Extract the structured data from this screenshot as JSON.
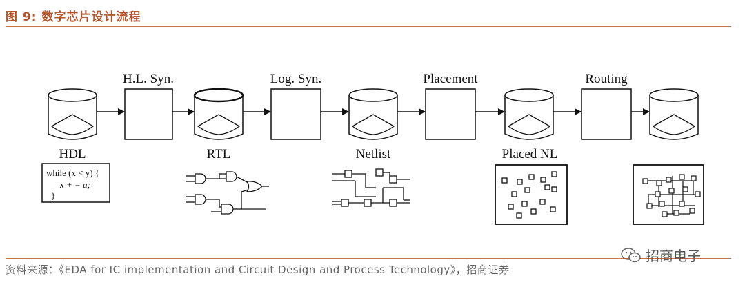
{
  "figure": {
    "title": "图 9:  数字芯片设计流程",
    "source": "资料来源：《EDA for IC implementation  and  Circuit  Design  and  Process  Technology》，招商证券",
    "watermark": "招商电子"
  },
  "flow": {
    "steps": [
      "H.L. Syn.",
      "Log. Syn.",
      "Placement",
      "Routing"
    ],
    "artifacts": [
      "HDL",
      "RTL",
      "Netlist",
      "Placed NL",
      ""
    ],
    "code": {
      "line1": "while (x < y) {",
      "line2": "x + = a;",
      "line3": "}"
    }
  },
  "colors": {
    "title": "#b5552b",
    "rule": "#c0714a",
    "stroke": "#111111"
  },
  "icons": [
    "database-cylinder-icon",
    "process-box-icon",
    "arrow-right-icon",
    "logic-gates-icon",
    "netlist-icon",
    "placed-cells-icon",
    "routed-cells-icon",
    "wechat-icon"
  ]
}
